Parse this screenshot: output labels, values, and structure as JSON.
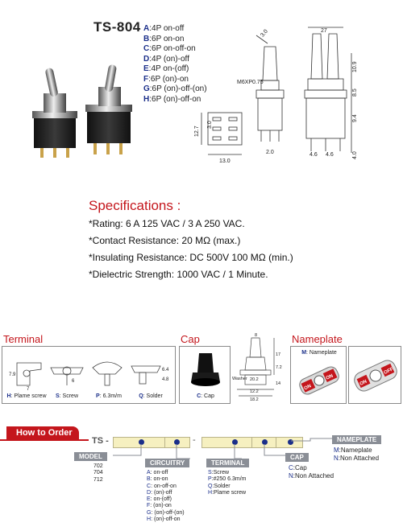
{
  "header": {
    "model": "TS-804",
    "variants": [
      {
        "key": "A",
        "text": ":4P on-off"
      },
      {
        "key": "B",
        "text": ":6P on-on"
      },
      {
        "key": "C",
        "text": ":6P on-off-on"
      },
      {
        "key": "D",
        "text": ":4P (on)-off"
      },
      {
        "key": "E",
        "text": ":4P on-(off)"
      },
      {
        "key": "F",
        "text": ":6P (on)-on"
      },
      {
        "key": "G",
        "text": ":6P (on)-off-(on)"
      },
      {
        "key": "H",
        "text": ":6P (on)-off-on"
      }
    ]
  },
  "drawing": {
    "thread": "M6XP0.75",
    "dims": [
      "3.0",
      "27",
      "10.9",
      "8.5",
      "9.4",
      "4.0",
      "12.7",
      "3.0",
      "13.0",
      "2.0",
      "4.6",
      "4.6"
    ]
  },
  "specifications": {
    "title": "Specifications :",
    "items": [
      "*Rating: 6 A 125 VAC / 3 A 250 VAC.",
      "*Contact Resistance: 20 MΩ  (max.)",
      "*Insulating Resistance: DC 500V 100 MΩ  (min.)",
      "*Dielectric Strength: 1000 VAC / 1 Minute."
    ]
  },
  "terminal": {
    "title": "Terminal",
    "options": [
      {
        "key": "H",
        "text": ": Plame screw"
      },
      {
        "key": "S",
        "text": ": Screw"
      },
      {
        "key": "P",
        "text": ": 6.3m/m"
      },
      {
        "key": "Q",
        "text": ": Solder"
      }
    ],
    "dims": [
      "7.9",
      "7",
      "6",
      "6.4",
      "4.8"
    ]
  },
  "cap": {
    "title": "Cap",
    "label_key": "C",
    "label_text": ": Cap",
    "dims": [
      "8",
      "17",
      "Washer",
      "20.2",
      "12.2",
      "18.2",
      "7.2",
      "14"
    ]
  },
  "nameplate": {
    "title": "Nameplate",
    "label_key": "M",
    "label_text": ": Nameplate",
    "marks": [
      "ON",
      "OFF",
      "ON"
    ]
  },
  "how_to_order": {
    "tab": "How to Order",
    "prefix": "TS -",
    "dash": "-",
    "model": {
      "tag": "MODEL",
      "items": [
        "702",
        "704",
        "712"
      ]
    },
    "circuitry": {
      "tag": "CIRCUITRY",
      "items": [
        {
          "key": "A",
          "text": ": on-off"
        },
        {
          "key": "B",
          "text": ": on-on"
        },
        {
          "key": "C",
          "text": ": on-off-on"
        },
        {
          "key": "D",
          "text": ": (on)-off"
        },
        {
          "key": "E",
          "text": ": on-(off)"
        },
        {
          "key": "F",
          "text": ": (on)-on"
        },
        {
          "key": "G",
          "text": ": (on)-off-(on)"
        },
        {
          "key": "H",
          "text": ": (on)-off-on"
        }
      ]
    },
    "terminal": {
      "tag": "TERMINAL",
      "items": [
        {
          "key": "S",
          "text": ":Screw"
        },
        {
          "key": "P",
          "text": ":#250 6.3m/m"
        },
        {
          "key": "Q",
          "text": ":Solder"
        },
        {
          "key": "H",
          "text": ":Plame screw"
        }
      ]
    },
    "cap": {
      "tag": "CAP",
      "items": [
        {
          "key": "C",
          "text": ":Cap"
        },
        {
          "key": "N",
          "text": ":Non Attached"
        }
      ]
    },
    "nameplate": {
      "tag": "NAMEPLATE",
      "items": [
        {
          "key": "M",
          "text": ":Nameplate"
        },
        {
          "key": "N",
          "text": ":Non Attached"
        }
      ]
    }
  }
}
